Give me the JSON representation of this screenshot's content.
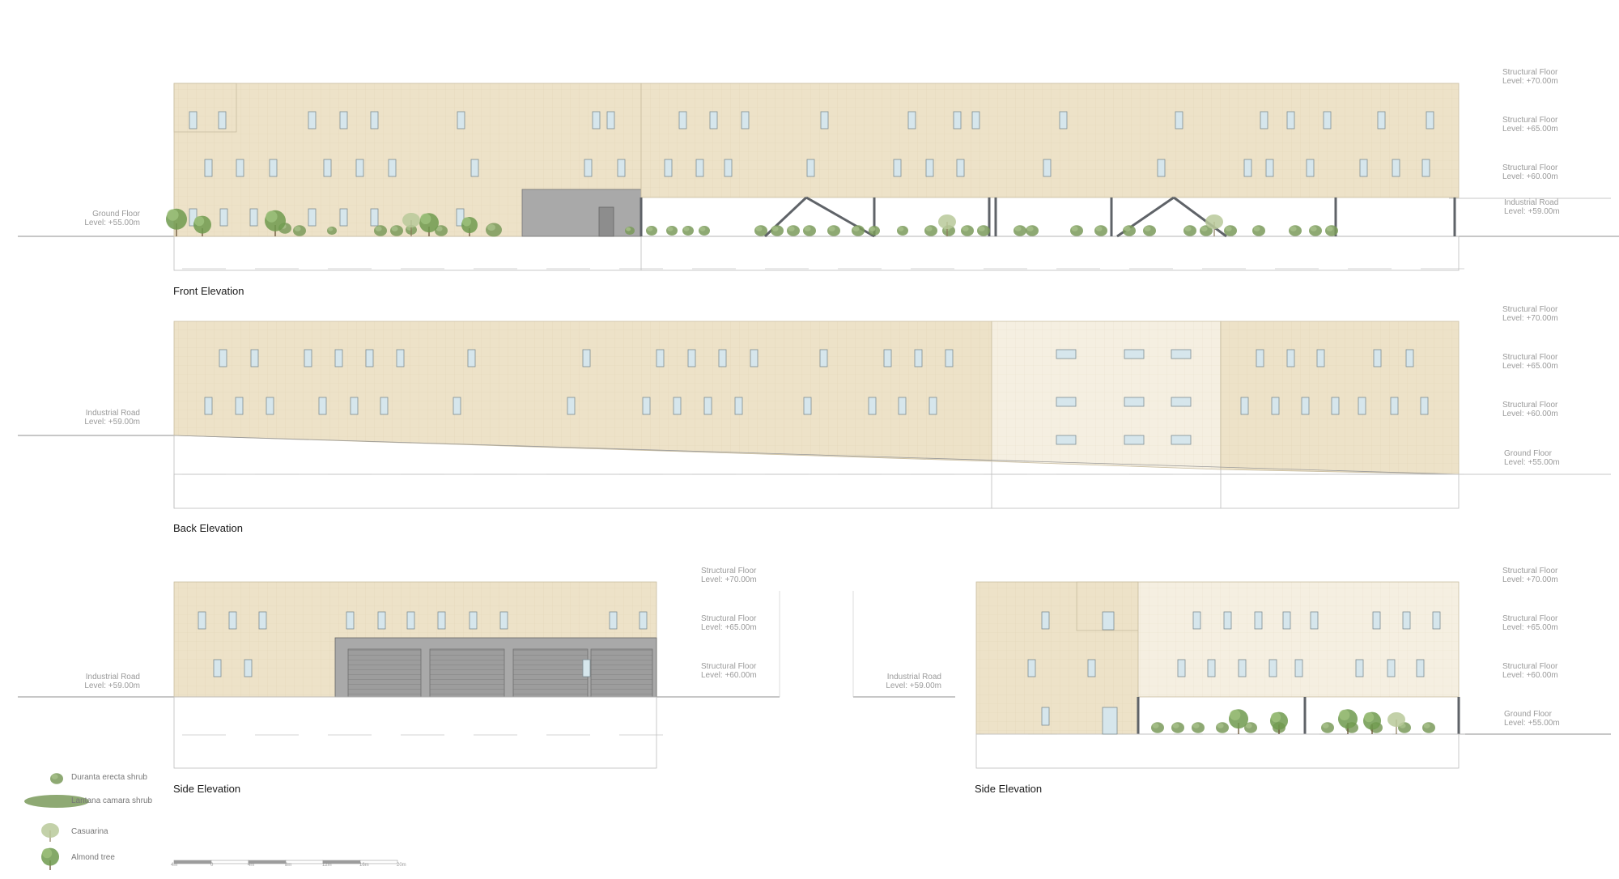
{
  "drawings": {
    "front": {
      "title": "Front Elevation"
    },
    "back": {
      "title": "Back Elevation"
    },
    "side_left": {
      "title": "Side Elevation"
    },
    "side_right": {
      "title": "Side Elevation"
    }
  },
  "levels": {
    "structural_70": {
      "name": "Structural Floor",
      "value": "Level: +70.00m"
    },
    "structural_65": {
      "name": "Structural Floor",
      "value": "Level: +65.00m"
    },
    "structural_60": {
      "name": "Structural Floor",
      "value": "Level: +60.00m"
    },
    "industrial_road": {
      "name": "Industrial Road",
      "value": "Level: +59.00m"
    },
    "ground_floor": {
      "name": "Ground Floor",
      "value": "Level: +55.00m"
    }
  },
  "legend": [
    {
      "label": "Duranta erecta shrub",
      "icon": "duranta-shrub-icon"
    },
    {
      "label": "Lantana camara shrub",
      "icon": "lantana-shrub-icon"
    },
    {
      "label": "Casuarina",
      "icon": "casuarina-tree-icon"
    },
    {
      "label": "Almond tree",
      "icon": "almond-tree-icon"
    }
  ],
  "scale_bar": {
    "ticks": [
      "4m",
      "0",
      "4m",
      "8m",
      "12m",
      "16m",
      "20m"
    ]
  },
  "colors": {
    "facade": "#ede2c8",
    "facade_light": "#f5efe1",
    "window": "#d6e6ec",
    "garage": "#a9a9a9",
    "greenery": "#7a9a5a",
    "line": "#9a9a9a"
  }
}
